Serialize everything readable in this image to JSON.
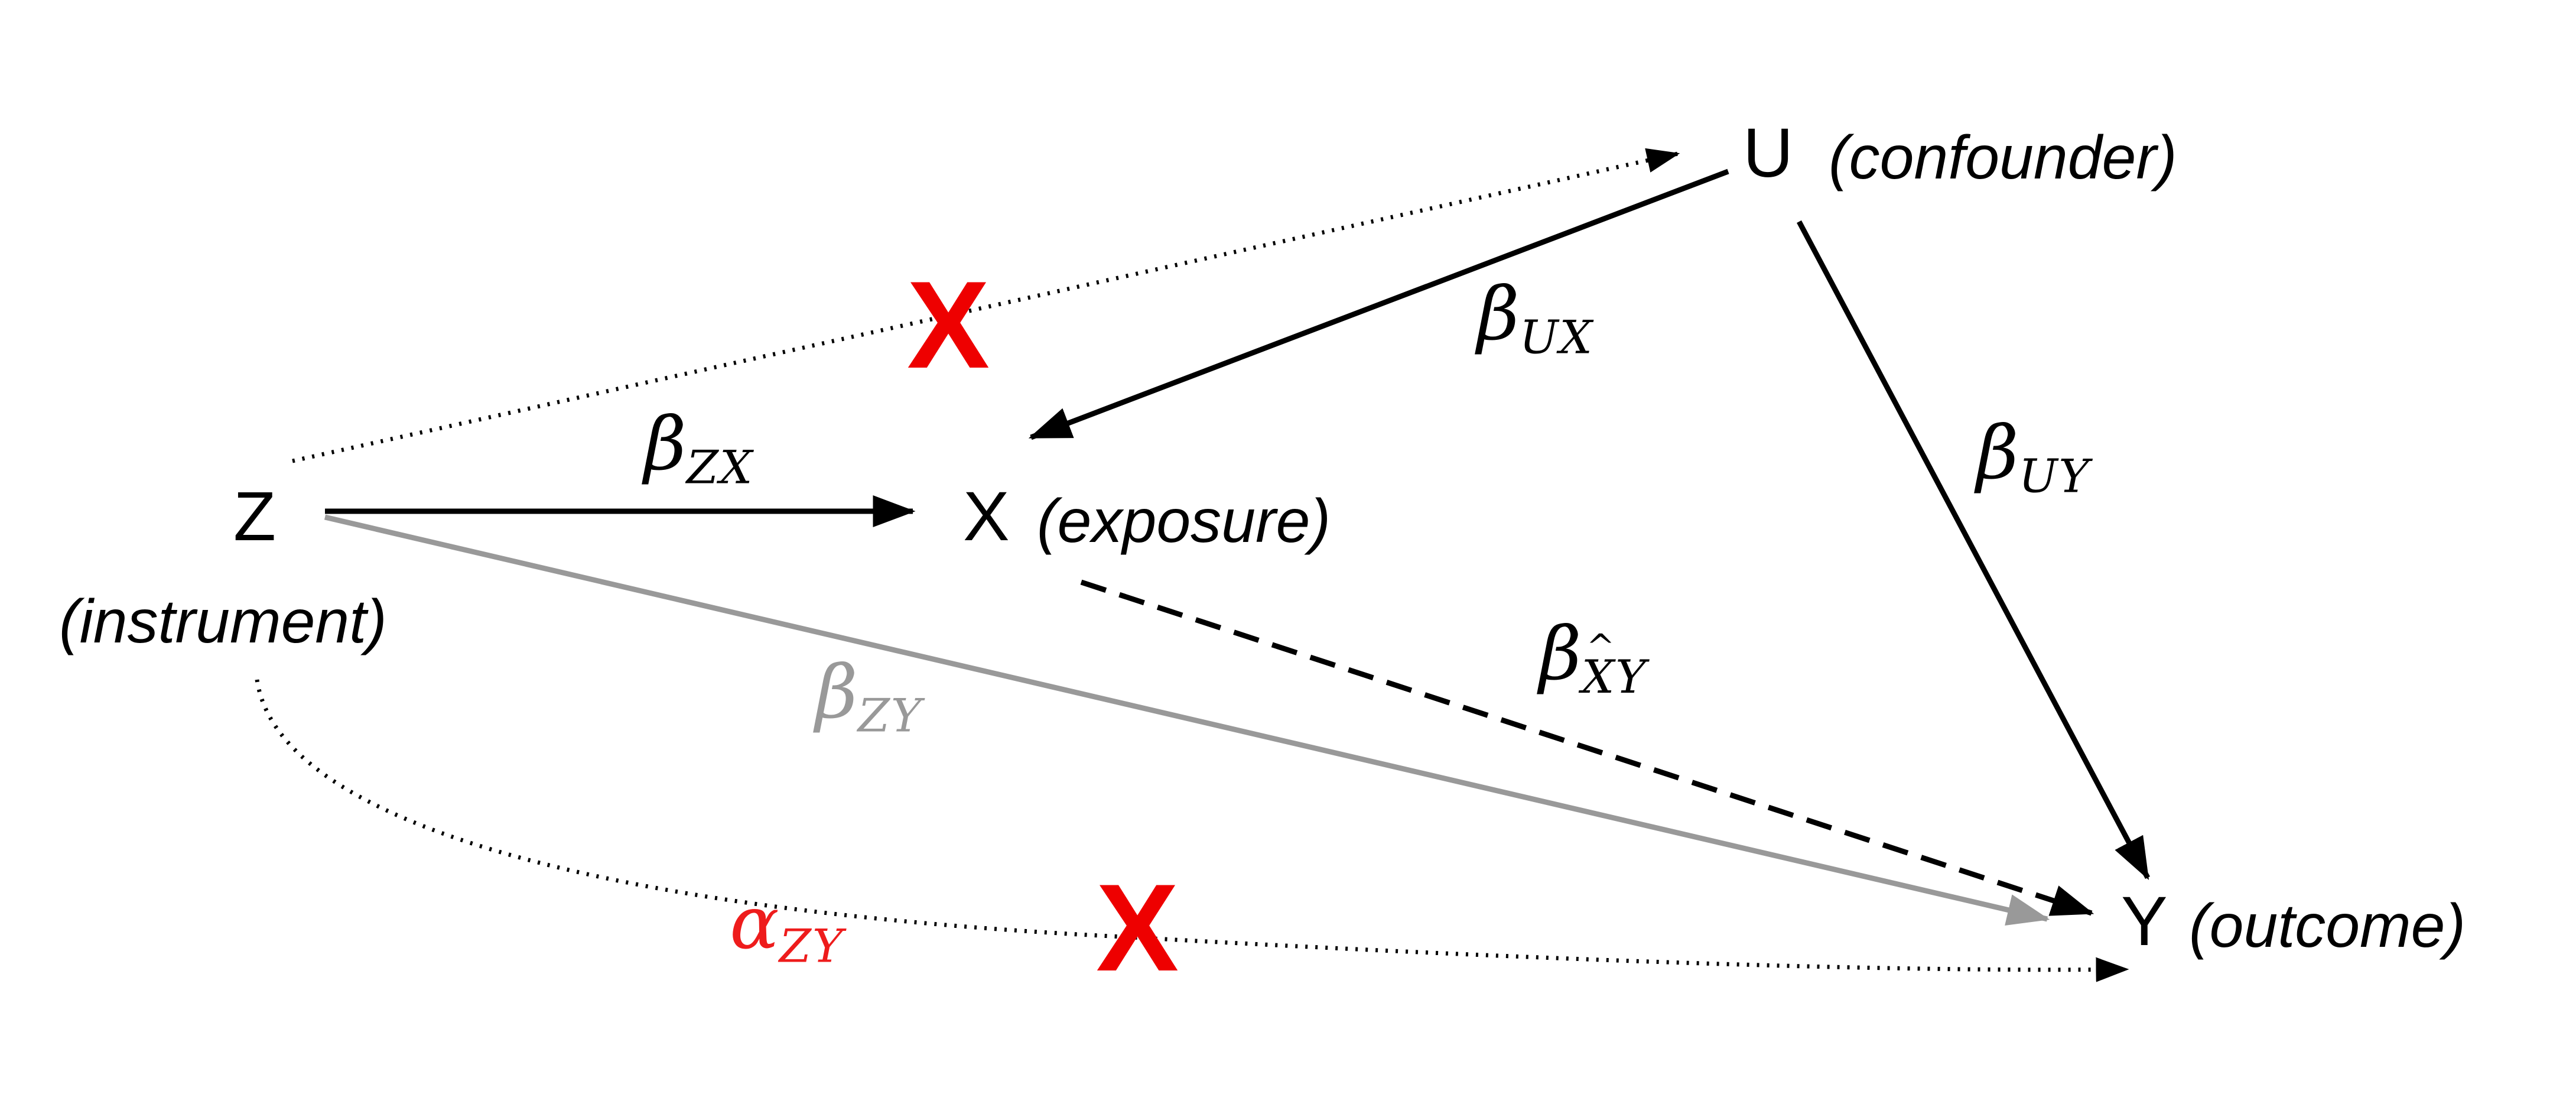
{
  "nodes": {
    "z": {
      "letter": "Z",
      "desc": "(instrument)"
    },
    "x": {
      "letter": "X",
      "desc": "(exposure)"
    },
    "u": {
      "letter": "U",
      "desc": "(confounder)"
    },
    "y": {
      "letter": "Y",
      "desc": "(outcome)"
    }
  },
  "edges": {
    "zx": {
      "base": "β",
      "sub": "ZX"
    },
    "ux": {
      "base": "β",
      "sub": "UX"
    },
    "uy": {
      "base": "β",
      "sub": "UY"
    },
    "xy": {
      "base": "β",
      "sub_hat": "X",
      "sub_rest": "Y"
    },
    "zy": {
      "base": "β",
      "sub": "ZY"
    },
    "alpha_zy": {
      "base": "α",
      "sub": "ZY"
    }
  },
  "marks": {
    "zu_cross": "X",
    "zy_cross": "X"
  },
  "colors": {
    "ink": "#000000",
    "gray_edge": "#999999",
    "red": "#ee1c1c"
  }
}
